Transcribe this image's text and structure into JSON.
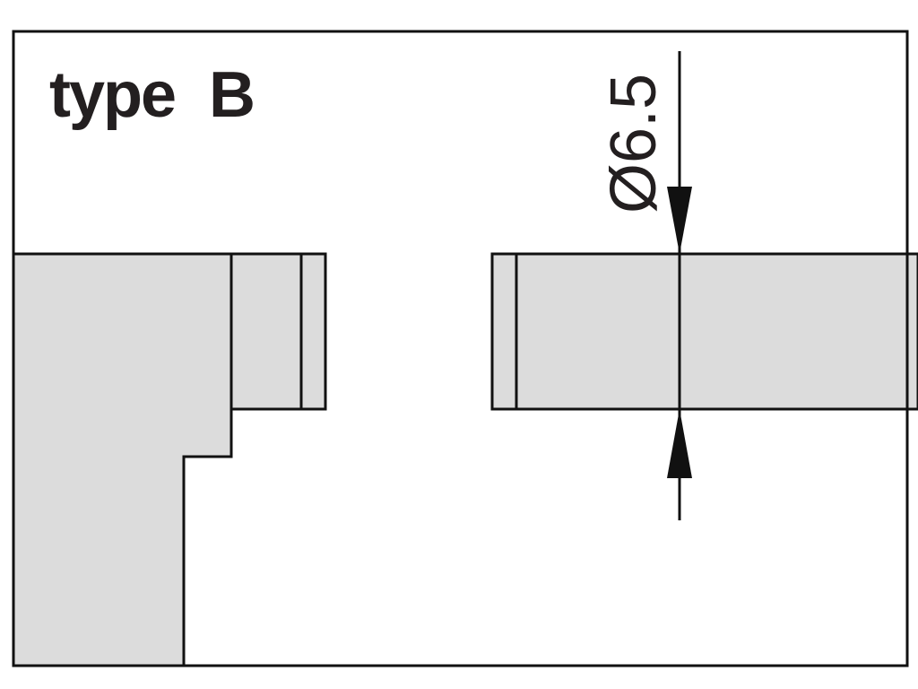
{
  "diagram": {
    "title_prefix": "type",
    "title_letter": "B",
    "dimension_label": "Ø6.5",
    "part_fill_color": "#dcdcdc",
    "line_color": "#111111"
  }
}
